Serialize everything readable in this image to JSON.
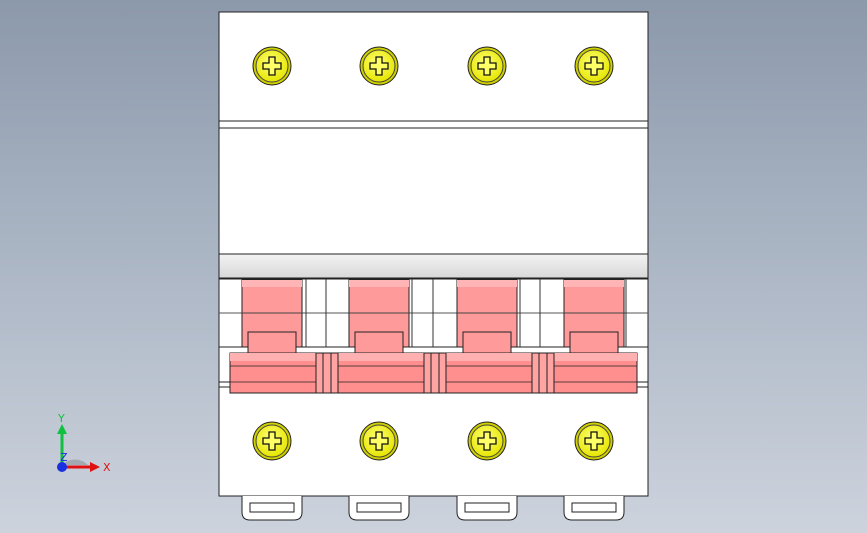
{
  "viewport": {
    "title": "",
    "background_top": "#8c99ab",
    "background_bottom": "#cdd3dd"
  },
  "model": {
    "description_none": "",
    "poles": 4,
    "housing_color": "#ffffff",
    "screw_color": "#f2f200",
    "handle_color": "#ff9a9a",
    "toggle_bar_color": "#ff8f8f"
  },
  "triad": {
    "x_label": "X",
    "y_label": "Y",
    "z_label": "Z",
    "x_color": "#e01010",
    "y_color": "#10c040",
    "z_color": "#1a2fe0"
  }
}
